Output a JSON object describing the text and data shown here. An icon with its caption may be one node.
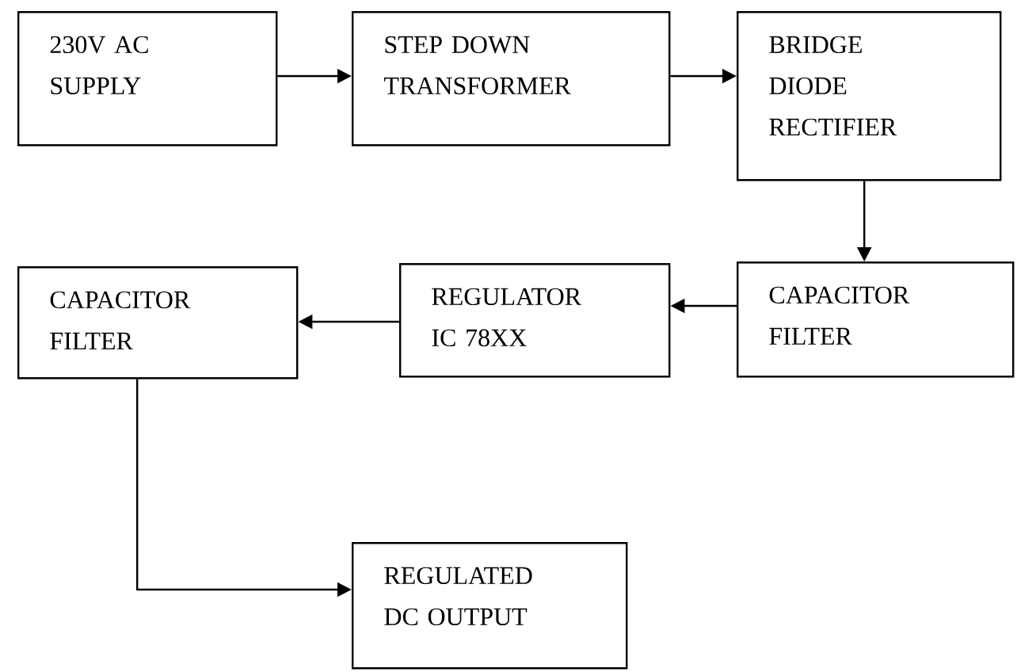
{
  "diagram": {
    "nodes": [
      {
        "text": [
          "230V AC SUPPLY"
        ]
      },
      {
        "text": [
          "STEP DOWN TRANSFORMER"
        ]
      },
      {
        "text": [
          "BRIDGE DIODE RECTIFIER"
        ]
      },
      {
        "text": [
          "CAPACITOR FILTER"
        ]
      },
      {
        "text": [
          "REGULATOR IC 78XX"
        ]
      },
      {
        "text": [
          "CAPACITOR FILTER"
        ]
      },
      {
        "text": [
          "REGULATED DC OUTPUT"
        ]
      }
    ],
    "edges": [
      {
        "from": 0,
        "to": 1,
        "arrow": "to"
      },
      {
        "from": 1,
        "to": 2,
        "arrow": "to"
      },
      {
        "from": 2,
        "to": 3,
        "arrow": "to"
      },
      {
        "from": 3,
        "to": 4,
        "arrow": "to"
      },
      {
        "from": 4,
        "to": 5,
        "arrow": "to"
      },
      {
        "from": 5,
        "to": 6,
        "arrow": "to"
      }
    ]
  }
}
